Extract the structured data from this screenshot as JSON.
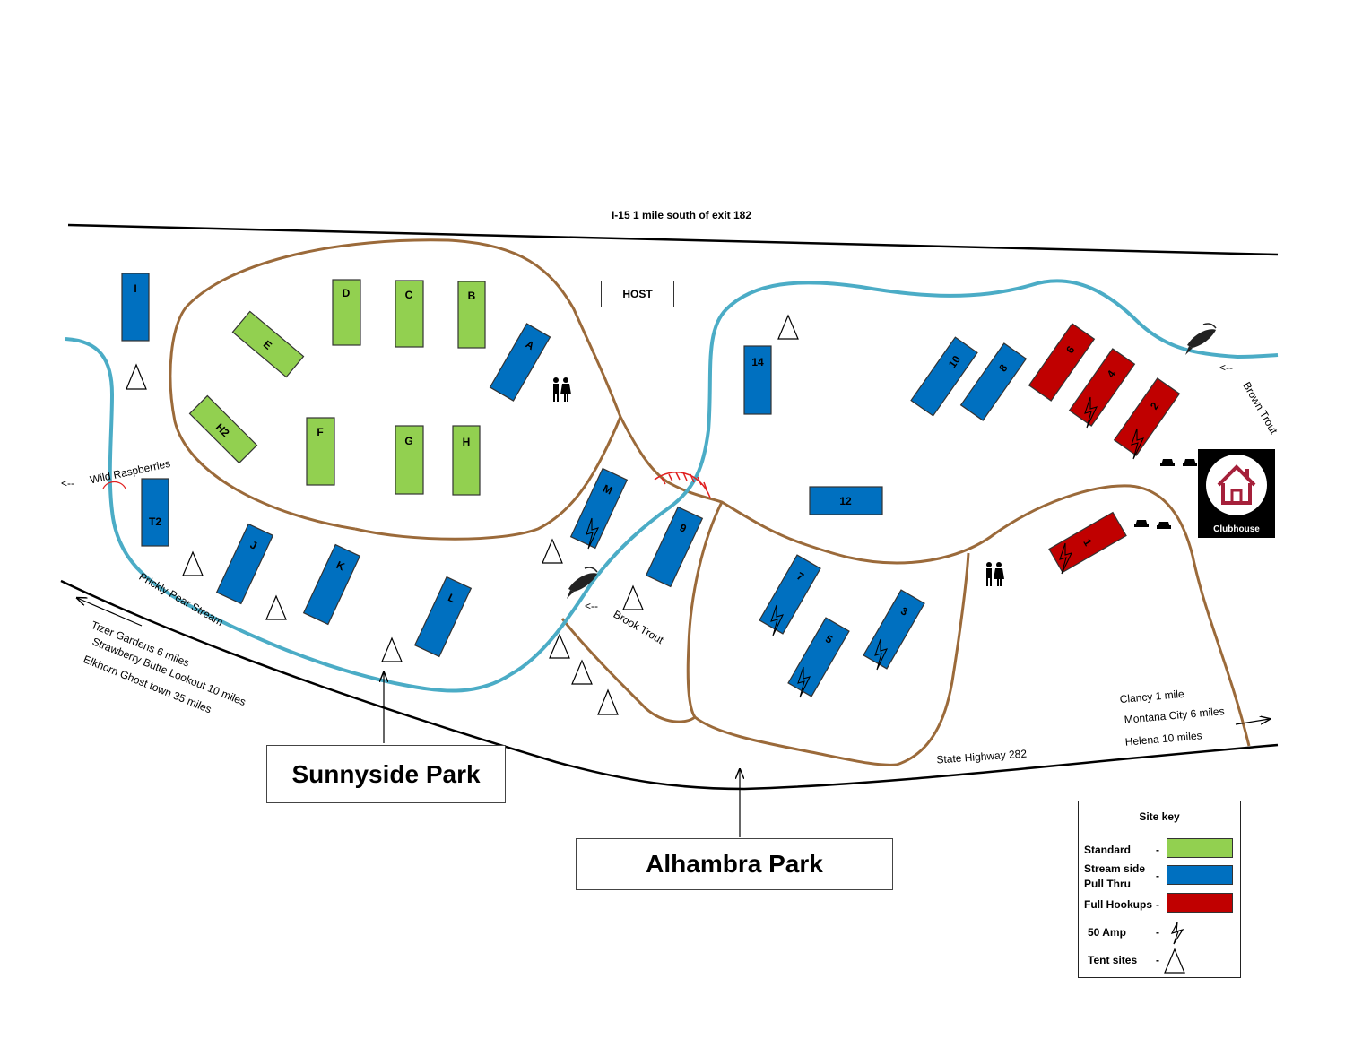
{
  "roads": {
    "north": "I-15 1 mile south of exit 182",
    "south": "State Highway 282"
  },
  "streams": {
    "prickly_pear": "Prickly Pear Stream",
    "brook_trout": "Brook Trout",
    "brown_trout": "Brown Trout",
    "brown_trout_arrow": "<--",
    "wild_raspberries": "Wild Raspberries",
    "wild_raspberries_arrow": "<--",
    "brook_trout_arrow": "<--"
  },
  "directions_west": [
    "Tizer Gardens 6 miles",
    "Strawberry Butte Lookout 10 miles",
    "Elkhorn Ghost town 35 miles"
  ],
  "directions_east": [
    "Clancy 1 mile",
    "Montana City 6 miles",
    "Helena 10 miles"
  ],
  "host": "HOST",
  "clubhouse": "Clubhouse",
  "parks": {
    "sunnyside": "Sunnyside Park",
    "alhambra": "Alhambra Park"
  },
  "sites": {
    "I": "I",
    "D": "D",
    "C": "C",
    "B": "B",
    "E": "E",
    "A": "A",
    "H2": "H2",
    "F": "F",
    "G": "G",
    "H": "H",
    "T2": "T2",
    "J": "J",
    "K": "K",
    "L": "L",
    "M": "M",
    "9": "9",
    "14": "14",
    "12": "12",
    "10": "10",
    "8": "8",
    "6": "6",
    "4": "4",
    "2": "2",
    "1": "1",
    "7": "7",
    "5": "5",
    "3": "3"
  },
  "site_key": {
    "title": "Site key",
    "standard": "Standard",
    "stream_side_1": "Stream side",
    "stream_side_2": "Pull Thru",
    "full_hookups": "Full Hookups",
    "amp50": "50 Amp",
    "tent": "Tent sites",
    "dash": "-"
  },
  "colors": {
    "standard": "#92d050",
    "stream_side": "#0070c0",
    "full_hookups": "#c00000",
    "trail": "#9b6a3a",
    "stream": "#4bacc6",
    "clubhouse_icon": "#a5203a"
  },
  "icons": [
    "restroom-icon",
    "fish-icon",
    "car-icon",
    "lightning-icon",
    "tent-icon",
    "house-icon",
    "bridge-icon"
  ]
}
